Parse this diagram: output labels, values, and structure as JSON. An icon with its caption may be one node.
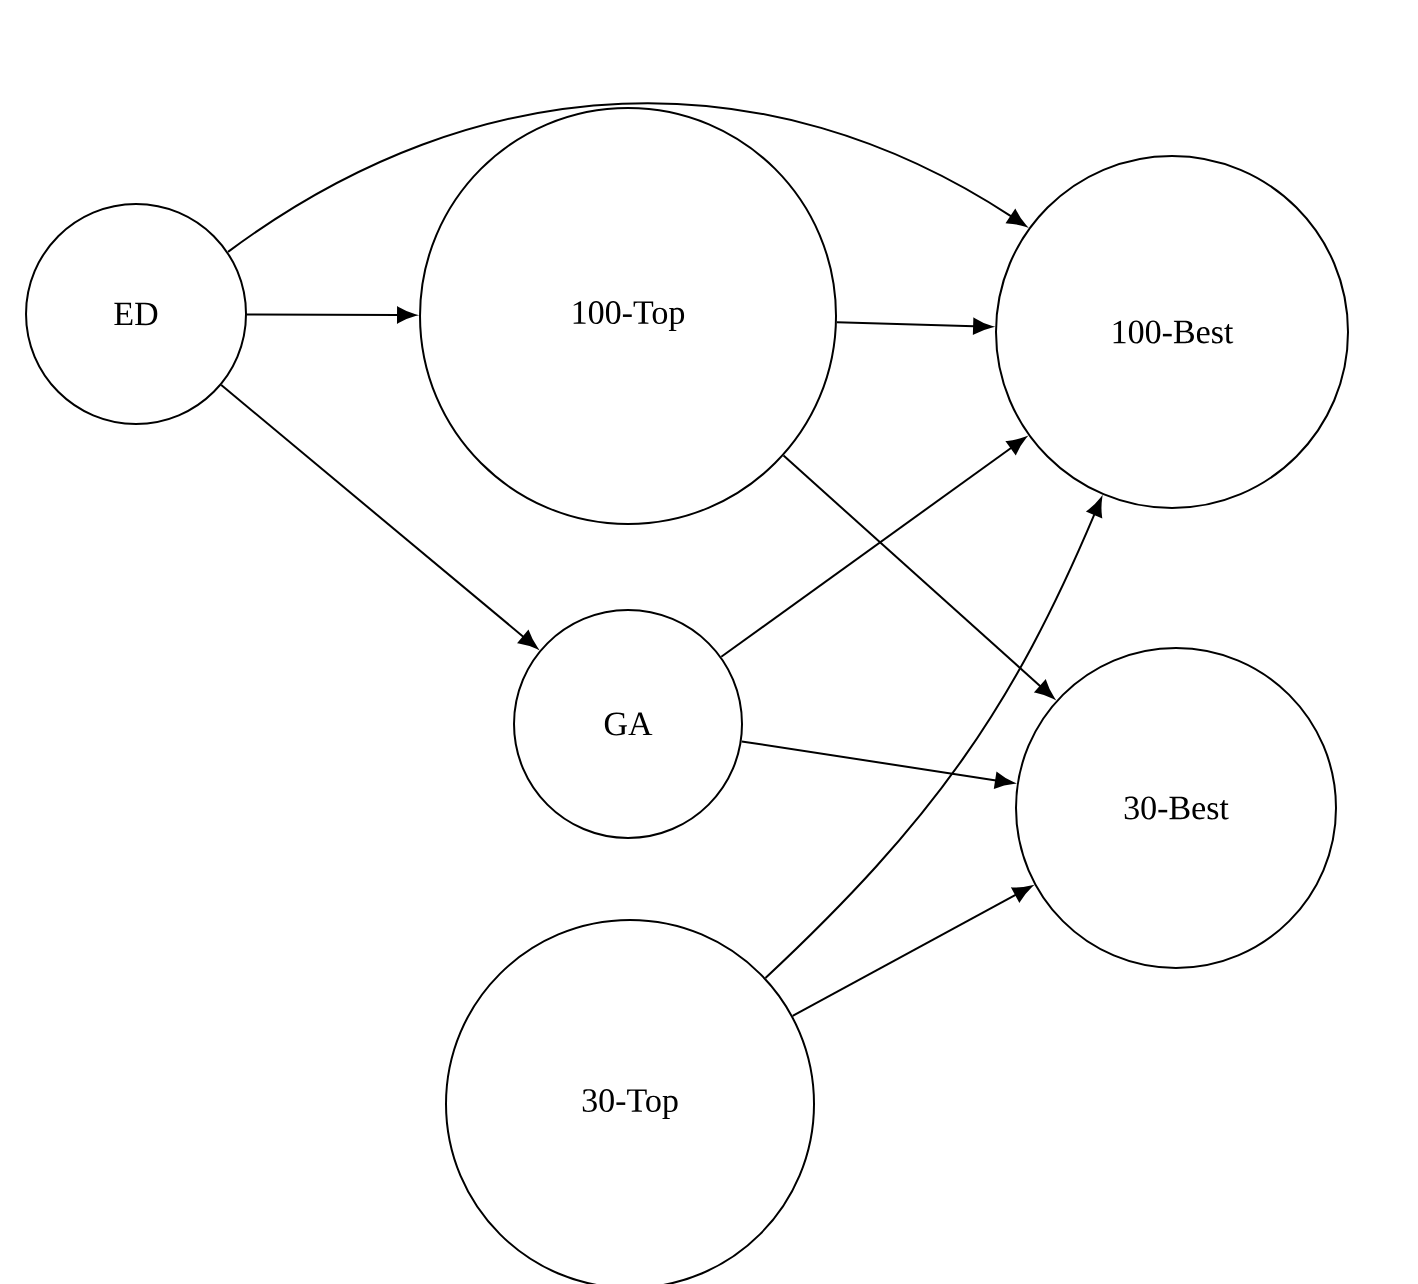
{
  "diagram": {
    "nodes": [
      {
        "text": [
          "ED"
        ]
      },
      {
        "text": [
          "100-Top"
        ]
      },
      {
        "text": [
          "100-Best"
        ]
      },
      {
        "text": [
          "GA"
        ]
      },
      {
        "text": [
          "30-Best"
        ]
      },
      {
        "text": [
          "30-Top"
        ]
      }
    ],
    "edges": [
      {
        "from": 0,
        "to": 2,
        "arrow": "to"
      },
      {
        "from": 0,
        "to": 1,
        "arrow": "to"
      },
      {
        "from": 0,
        "to": 3,
        "arrow": "to"
      },
      {
        "from": 1,
        "to": 2,
        "arrow": "to"
      },
      {
        "from": 1,
        "to": 4,
        "arrow": "to"
      },
      {
        "from": 3,
        "to": 2,
        "arrow": "to"
      },
      {
        "from": 3,
        "to": 4,
        "arrow": "to"
      },
      {
        "from": 5,
        "to": 2,
        "arrow": "to"
      },
      {
        "from": 5,
        "to": 4,
        "arrow": "to"
      }
    ]
  }
}
